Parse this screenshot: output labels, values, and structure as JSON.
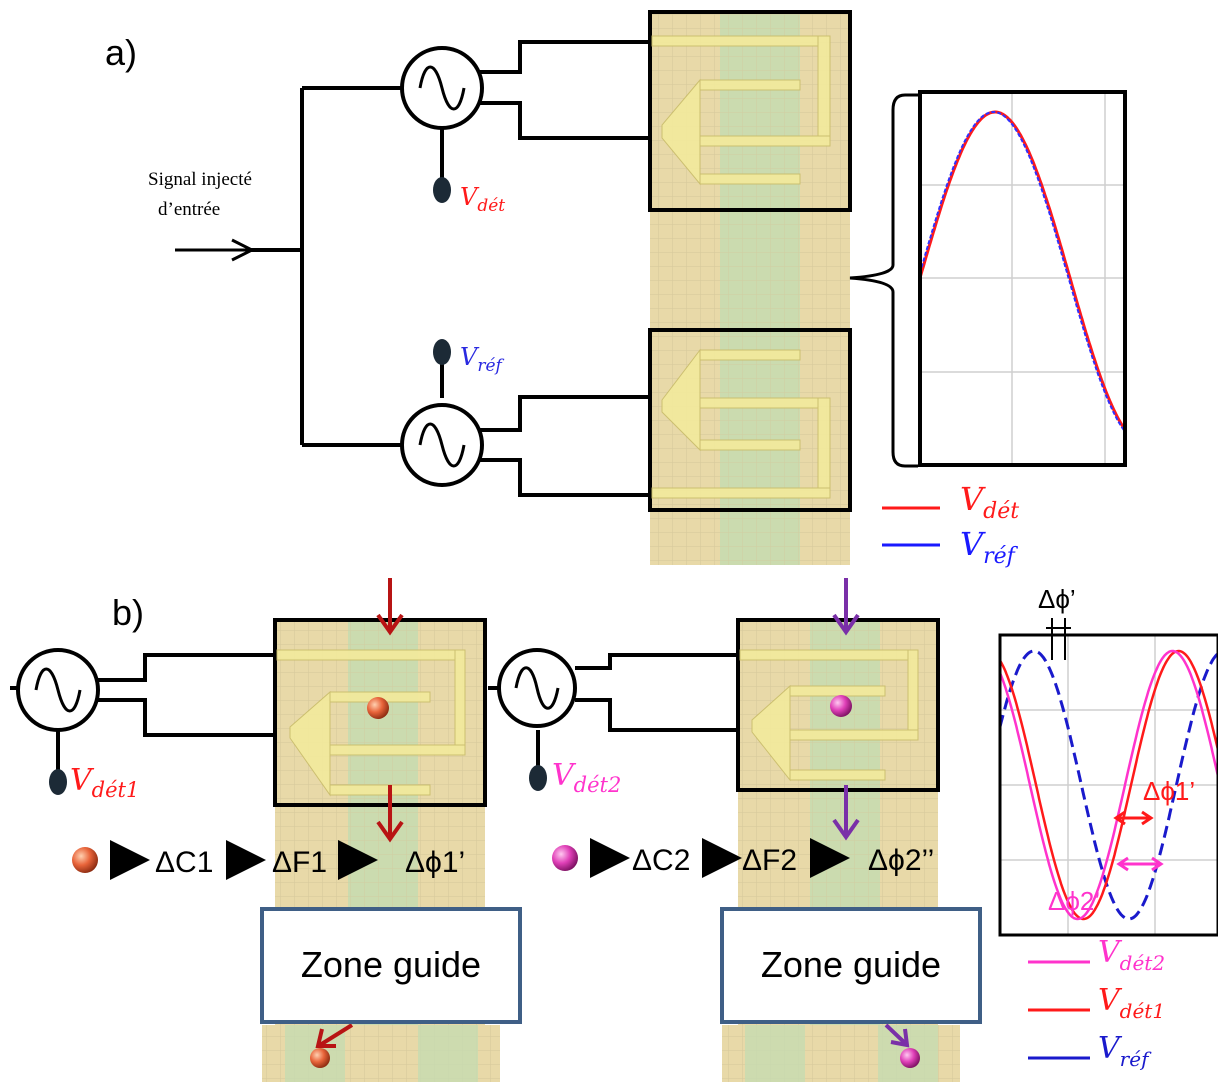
{
  "panel_a": {
    "label": "a)",
    "input_label_line1": "Signal injecté",
    "input_label_line2": "d’entrée",
    "v_det": {
      "main": "V",
      "sub": "dét"
    },
    "v_ref": {
      "main": "V",
      "sub": "réf"
    },
    "legend": [
      {
        "main": "V",
        "sub": "dét",
        "color": "#ff1a1a"
      },
      {
        "main": "V",
        "sub": "réf",
        "color": "#1a1aff"
      }
    ]
  },
  "panel_b": {
    "label": "b)",
    "v_det1": {
      "main": "V",
      "sub": "dét1"
    },
    "v_det2": {
      "main": "V",
      "sub": "dét2"
    },
    "chain1": [
      "ΔC1",
      "ΔF1",
      "Δϕ1’"
    ],
    "chain2": [
      "ΔC2",
      "ΔF2",
      "Δϕ2’’"
    ],
    "zone_label_1": "Zone guide",
    "zone_label_2": "Zone guide",
    "plot_top_label": "Δϕ’",
    "plot_label_1": "Δϕ1’",
    "plot_label_2": "Δϕ2’",
    "legend": [
      {
        "main": "V",
        "sub": "dét2",
        "color": "#ff33cc"
      },
      {
        "main": "V",
        "sub": "dét1",
        "color": "#ff1a1a"
      },
      {
        "main": "V",
        "sub": "réf",
        "color": "#1a1acc"
      }
    ]
  },
  "colors": {
    "det": "#ff1a1a",
    "ref": "#1a1aff",
    "det2": "#ff33cc",
    "arrow_red": "#b81414",
    "arrow_purple": "#7a2fa8",
    "chip_bg": "#e8d9a8",
    "channel": "#c8dcb0",
    "electrode": "#f3ea9c",
    "zone_border": "#3f5f86"
  }
}
